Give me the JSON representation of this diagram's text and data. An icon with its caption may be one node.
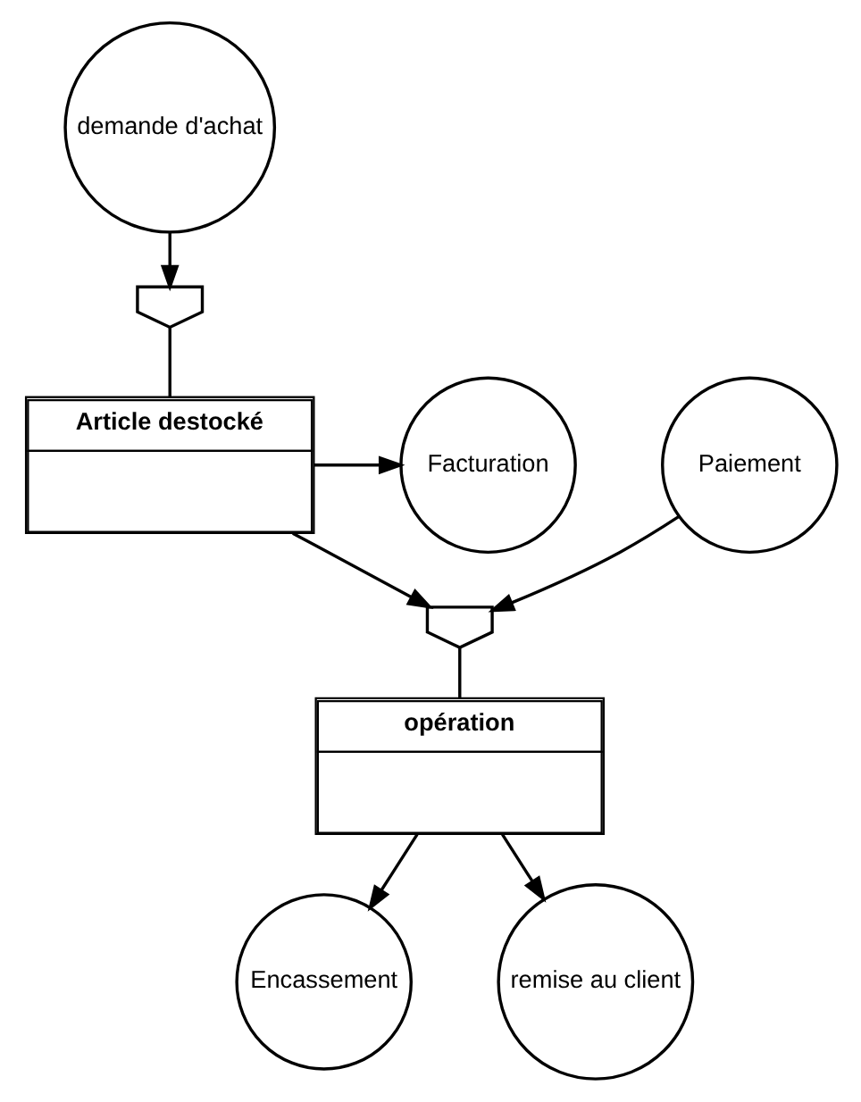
{
  "diagram": {
    "nodes": [
      {
        "text": [
          "demande d'achat"
        ]
      },
      {
        "text": [],
        "shape": "pentagon"
      },
      {
        "text": [
          "Article destocké"
        ]
      },
      {
        "text": [
          "Facturation"
        ]
      },
      {
        "text": [
          "Paiement"
        ]
      },
      {
        "text": [],
        "shape": "pentagon"
      },
      {
        "text": [
          "opération"
        ]
      },
      {
        "text": [
          "Encassement"
        ]
      },
      {
        "text": [
          "remise au client"
        ]
      }
    ],
    "edges": [
      {
        "from": 0,
        "to": 1,
        "arrow": "to"
      },
      {
        "from": 1,
        "to": 2,
        "arrow": "none"
      },
      {
        "from": 2,
        "to": 3,
        "arrow": "to"
      },
      {
        "from": 2,
        "to": 5,
        "arrow": "to"
      },
      {
        "from": 4,
        "to": 5,
        "arrow": "to"
      },
      {
        "from": 5,
        "to": 6,
        "arrow": "none"
      },
      {
        "from": 6,
        "to": 7,
        "arrow": "to"
      },
      {
        "from": 6,
        "to": 8,
        "arrow": "to"
      }
    ]
  }
}
